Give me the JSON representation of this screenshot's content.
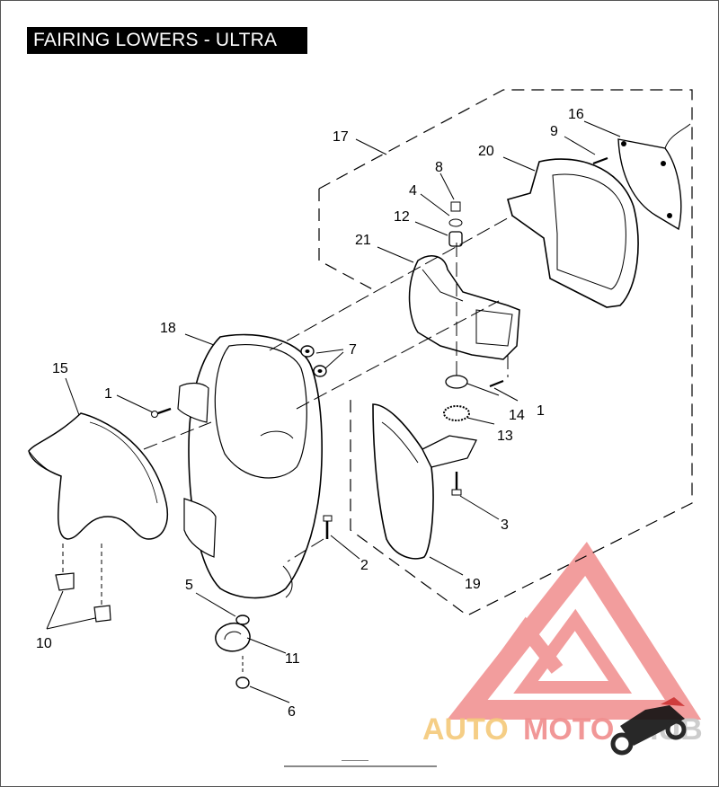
{
  "title": "FAIRING LOWERS - ULTRA",
  "callouts": [
    {
      "id": "c1a",
      "text": "1"
    },
    {
      "id": "c1b",
      "text": "1"
    },
    {
      "id": "c2",
      "text": "2"
    },
    {
      "id": "c3",
      "text": "3"
    },
    {
      "id": "c4",
      "text": "4"
    },
    {
      "id": "c5",
      "text": "5"
    },
    {
      "id": "c6",
      "text": "6"
    },
    {
      "id": "c7",
      "text": "7"
    },
    {
      "id": "c8",
      "text": "8"
    },
    {
      "id": "c9",
      "text": "9"
    },
    {
      "id": "c10",
      "text": "10"
    },
    {
      "id": "c11",
      "text": "11"
    },
    {
      "id": "c12",
      "text": "12"
    },
    {
      "id": "c13",
      "text": "13"
    },
    {
      "id": "c14",
      "text": "14"
    },
    {
      "id": "c15",
      "text": "15"
    },
    {
      "id": "c16",
      "text": "16"
    },
    {
      "id": "c17",
      "text": "17"
    },
    {
      "id": "c18",
      "text": "18"
    },
    {
      "id": "c19",
      "text": "19"
    },
    {
      "id": "c20",
      "text": "20"
    },
    {
      "id": "c21",
      "text": "21"
    }
  ],
  "watermark": {
    "brand_part1": "AUTO",
    "brand_part2": "MOTO",
    "brand_part3": "HUB",
    "color_orange": "#f5c97a",
    "color_red": "#f08c8c",
    "color_gray": "#c8c8c8"
  }
}
